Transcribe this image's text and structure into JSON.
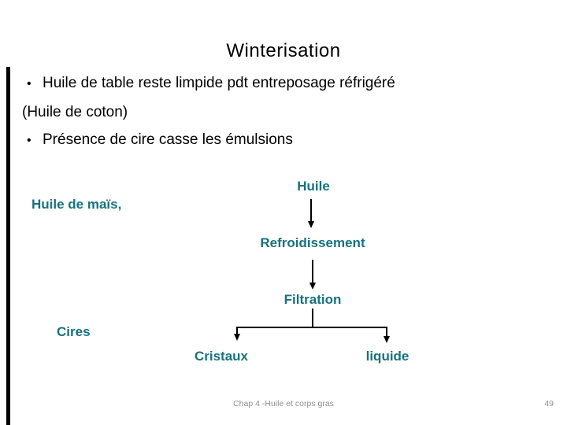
{
  "theme": {
    "accent_color": "#17727D",
    "footer_color": "#8F8F8F",
    "bar_color": "#000000",
    "background_color": "#FFFFFF"
  },
  "slide": {
    "title": "Winterisation",
    "content": {
      "lines": [
        {
          "marker": "•",
          "text": "Huile de table reste limpide pdt entreposage réfrigéré"
        },
        {
          "marker": "",
          "text": "(Huile de coton)"
        },
        {
          "marker": "•",
          "text": "Présence de cire casse les émulsions"
        }
      ]
    },
    "diagram": {
      "nodes": {
        "huile": "Huile",
        "huile_de_mais": "Huile de maïs,",
        "refroidissement": "Refroidissement",
        "filtration": "Filtration",
        "cires": "Cires",
        "cristaux": "Cristaux",
        "liquide": "liquide"
      },
      "flow": [
        "Huile -> Refroidissement",
        "Refroidissement -> Filtration",
        "Filtration -> Cristaux",
        "Filtration -> liquide"
      ]
    },
    "footer": {
      "text": "Chap 4 -Huile et corps gras",
      "page_number": "49"
    }
  }
}
